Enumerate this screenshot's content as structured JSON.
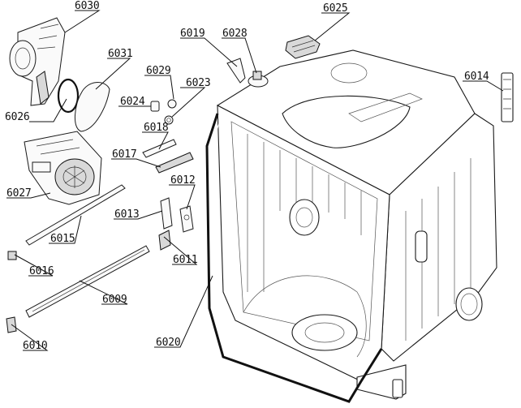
{
  "labels": {
    "p6030": "6030",
    "p6031": "6031",
    "p6026": "6026",
    "p6029": "6029",
    "p6024": "6024",
    "p6019": "6019",
    "p6028": "6028",
    "p6023": "6023",
    "p6025": "6025",
    "p6014": "6014",
    "p6018": "6018",
    "p6017": "6017",
    "p6027": "6027",
    "p6012": "6012",
    "p6013": "6013",
    "p6015": "6015",
    "p6011": "6011",
    "p6016": "6016",
    "p6009": "6009",
    "p6010": "6010",
    "p6020": "6020"
  }
}
